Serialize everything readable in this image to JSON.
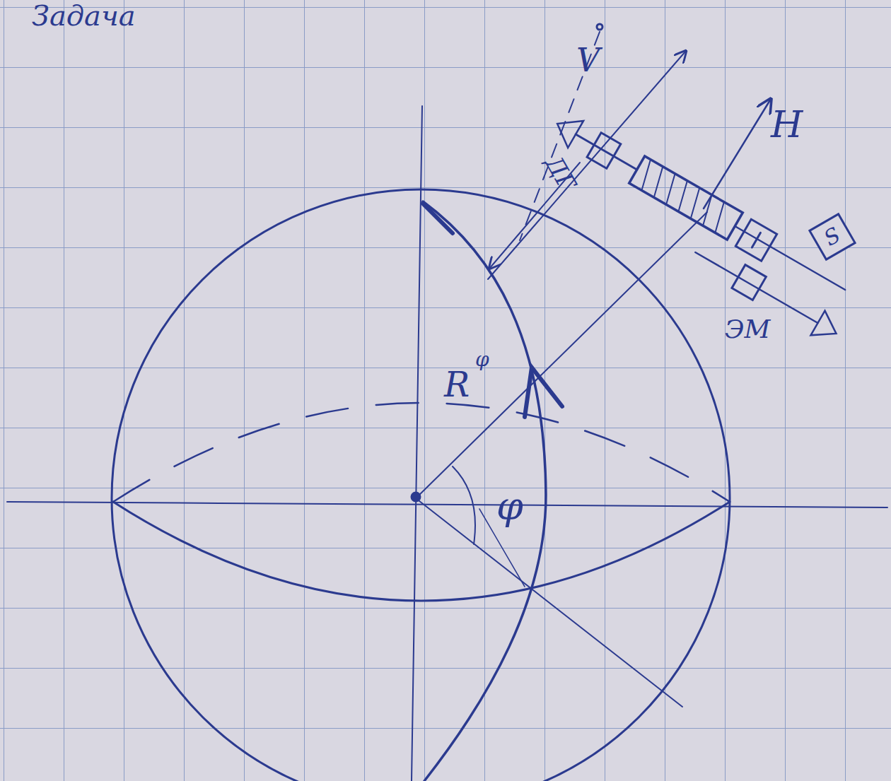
{
  "diagram": {
    "nodes": [
      {
        "text": [
          "S"
        ]
      }
    ],
    "edges": [],
    "labels": [
      "Задача",
      "V",
      "H",
      "ДГ",
      "ЭМ",
      "R",
      "φ",
      "φ"
    ]
  }
}
